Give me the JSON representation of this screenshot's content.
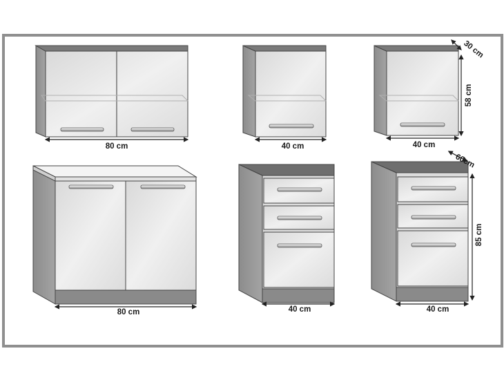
{
  "upper_row": [
    {
      "id": "wall-cabinet-80",
      "width_label": "80 cm"
    },
    {
      "id": "wall-cabinet-40",
      "width_label": "40 cm"
    },
    {
      "id": "wall-cabinet-40-dims",
      "width_label": "40 cm",
      "depth_label": "30 cm",
      "height_label": "58 cm"
    }
  ],
  "lower_row": [
    {
      "id": "base-cabinet-80",
      "width_label": "80 cm"
    },
    {
      "id": "drawer-cabinet-40",
      "width_label": "40 cm"
    },
    {
      "id": "drawer-cabinet-40-dims",
      "width_label": "40 cm",
      "depth_label": "60cm",
      "height_label": "85 cm"
    }
  ],
  "colors": {
    "frame": "#8f8f8f",
    "side_panel": "#9b9b9b",
    "front": "#e6e6e6",
    "plinth": "#8a8a8a",
    "line": "#333333"
  }
}
